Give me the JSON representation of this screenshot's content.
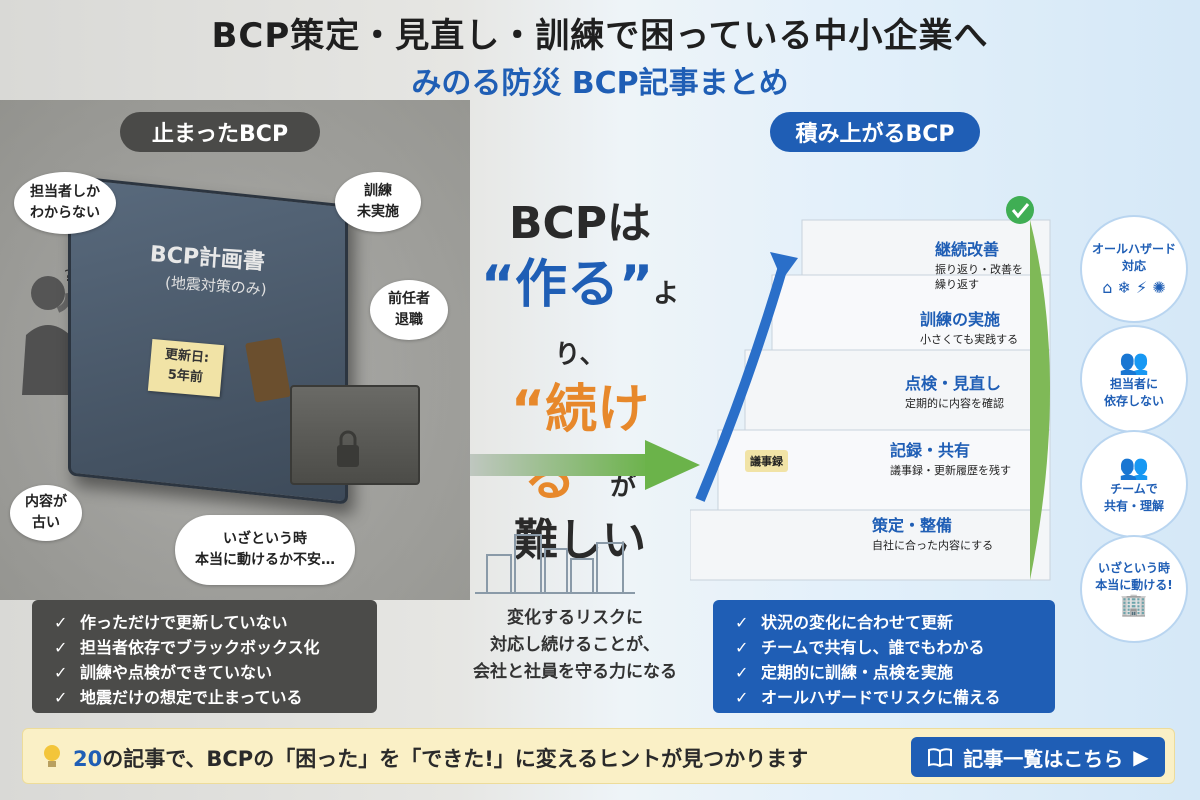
{
  "header": {
    "title": "BCP策定・見直し・訓練で困っている中小企業へ",
    "subtitle": "みのる防災 BCP記事まとめ"
  },
  "left": {
    "label": "止まったBCP",
    "book_title": "BCP計画書",
    "book_subtitle": "(地震対策のみ)",
    "note_line1": "更新日:",
    "note_line2": "5年前",
    "bubbles": {
      "b1": "担当者しか\nわからない",
      "b2": "訓練\n未実施",
      "b3": "前任者\n退職",
      "b4": "内容が\n古い",
      "b5": "いざという時\n本当に動けるか不安…"
    },
    "problems": [
      "作っただけで更新していない",
      "担当者依存でブラックボックス化",
      "訓練や点検ができていない",
      "地震だけの想定で止まっている"
    ]
  },
  "center": {
    "line1": "BCPは",
    "line2_em": "“作る”",
    "line2_tail": "より、",
    "line3_em": "“続ける”",
    "line3_tail": "が",
    "line4": "難しい",
    "note": "変化するリスクに\n対応し続けることが、\n会社と社員を守る力になる"
  },
  "right": {
    "label": "積み上がるBCP",
    "steps": [
      {
        "title": "継続改善",
        "desc": "振り返り・改善を\n繰り返す"
      },
      {
        "title": "訓練の実施",
        "desc": "小さくても実践する"
      },
      {
        "title": "点検・見直し",
        "desc": "定期的に内容を確認"
      },
      {
        "title": "記録・共有",
        "desc": "議事録・更新履歴を残す"
      },
      {
        "title": "策定・整備",
        "desc": "自社に合った内容にする"
      }
    ],
    "record_tag": "議事録",
    "solutions": [
      "状況の変化に合わせて更新",
      "チームで共有し、誰でもわかる",
      "定期的に訓練・点検を実施",
      "オールハザードでリスクに備える"
    ],
    "side": [
      {
        "text": "オールハザード\n対応",
        "icon": "hazard-icons"
      },
      {
        "text": "担当者に\n依存しない",
        "icon": "people-icon"
      },
      {
        "text": "チームで\n共有・理解",
        "icon": "team-icon"
      },
      {
        "text": "いざという時\n本当に動ける!",
        "icon": "building-icon"
      }
    ]
  },
  "banner": {
    "count": "20",
    "text": "の記事で、BCPの「困った」を「できた!」に変えるヒントが見つかります",
    "cta": "記事一覧はこちら"
  },
  "colors": {
    "accent_blue": "#1f5eb5",
    "accent_orange": "#e7882b",
    "dark_gray": "#4b4b49",
    "banner_bg": "#faf0c6"
  }
}
